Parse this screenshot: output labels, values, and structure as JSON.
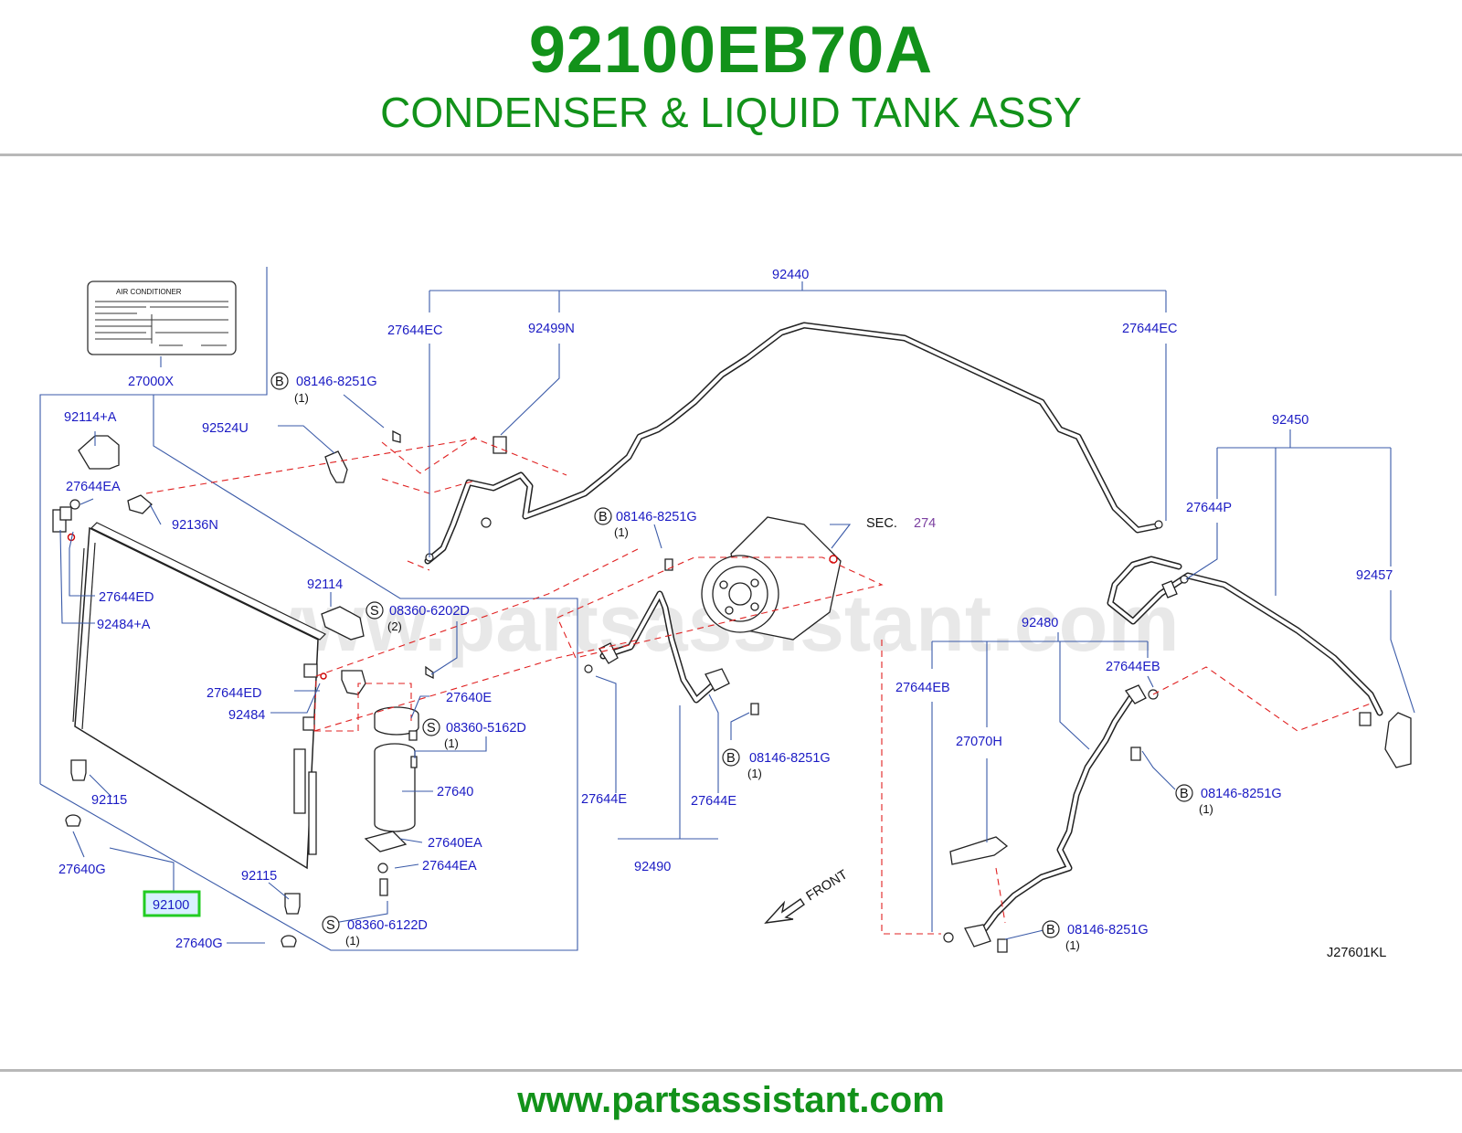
{
  "header": {
    "part_number": "92100EB70A",
    "description": "CONDENSER & LIQUID TANK ASSY"
  },
  "footer": {
    "url": "www.partsassistant.com"
  },
  "watermark": "www.partsassistant.com",
  "colors": {
    "title_green": "#12921a",
    "callout_blue": "#1b1bc4",
    "leader_blue": "#3a5aa8",
    "dashed_red": "#e02020",
    "highlight_green": "#22cc22",
    "highlight_fill": "#d8f0ff",
    "sec_purple": "#7b3fa0"
  },
  "diagram": {
    "code": "J27601KL",
    "front_label": "FRONT",
    "label_card": {
      "callout": "27000X",
      "heading": "AIR    CONDITIONER"
    },
    "sec_ref": {
      "prefix": "SEC.",
      "number": "274"
    },
    "highlighted_callout": "92100",
    "callouts": [
      {
        "text": "92440"
      },
      {
        "text": "27644EC"
      },
      {
        "text": "92499N"
      },
      {
        "text": "27644EC"
      },
      {
        "text": "08146-8251G",
        "badge": "B",
        "qty": "(1)"
      },
      {
        "text": "92114+A"
      },
      {
        "text": "92524U"
      },
      {
        "text": "27644EA"
      },
      {
        "text": "92136N"
      },
      {
        "text": "08146-8251G",
        "badge": "B",
        "qty": "(1)"
      },
      {
        "text": "92450"
      },
      {
        "text": "27644P"
      },
      {
        "text": "27644ED"
      },
      {
        "text": "92484+A"
      },
      {
        "text": "92114"
      },
      {
        "text": "08360-6202D",
        "badge": "S",
        "qty": "(2)"
      },
      {
        "text": "92457"
      },
      {
        "text": "92480"
      },
      {
        "text": "27644ED"
      },
      {
        "text": "92484"
      },
      {
        "text": "27640E"
      },
      {
        "text": "08360-5162D",
        "badge": "S",
        "qty": "(1)"
      },
      {
        "text": "27644EB"
      },
      {
        "text": "27644EB"
      },
      {
        "text": "27070H"
      },
      {
        "text": "08146-8251G",
        "badge": "B",
        "qty": "(1)"
      },
      {
        "text": "92115"
      },
      {
        "text": "27640"
      },
      {
        "text": "27644E"
      },
      {
        "text": "27644E"
      },
      {
        "text": "08146-8251G",
        "badge": "B",
        "qty": "(1)"
      },
      {
        "text": "27640EA"
      },
      {
        "text": "27640G"
      },
      {
        "text": "27644EA"
      },
      {
        "text": "92490"
      },
      {
        "text": "92115"
      },
      {
        "text": "08360-6122D",
        "badge": "S",
        "qty": "(1)"
      },
      {
        "text": "08146-8251G",
        "badge": "B",
        "qty": "(1)"
      },
      {
        "text": "27640G"
      }
    ]
  }
}
